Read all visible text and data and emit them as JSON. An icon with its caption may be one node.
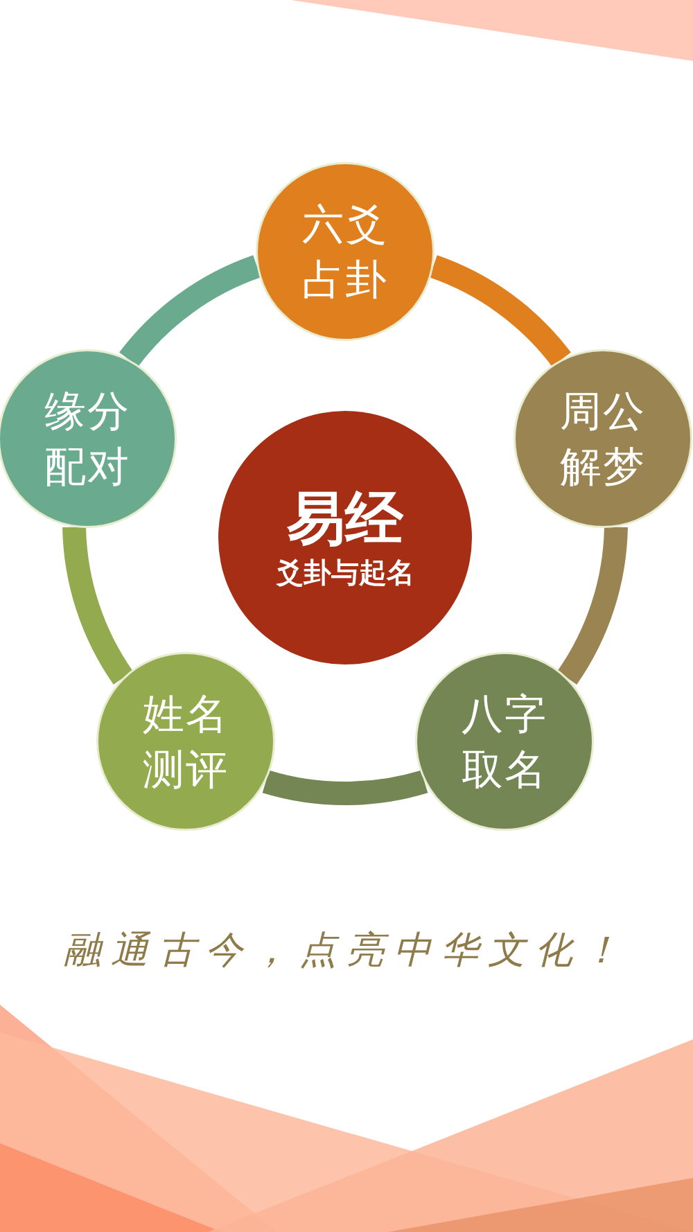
{
  "diagram": {
    "nodes": [
      {
        "text": [
          "易经",
          "爻卦与起名"
        ]
      },
      {
        "text": [
          "六爻占卦"
        ]
      },
      {
        "text": [
          "周公解梦"
        ]
      },
      {
        "text": [
          "八字取名"
        ]
      },
      {
        "text": [
          "姓名测评"
        ]
      },
      {
        "text": [
          "缘分配对"
        ]
      }
    ],
    "edges": [
      {
        "from": 1,
        "to": 2,
        "arrow": "none",
        "color": "#e07f1e"
      },
      {
        "from": 2,
        "to": 3,
        "arrow": "none",
        "color": "#9a8452"
      },
      {
        "from": 3,
        "to": 4,
        "arrow": "none",
        "color": "#748653"
      },
      {
        "from": 4,
        "to": 5,
        "arrow": "none",
        "color": "#93aa4e"
      },
      {
        "from": 5,
        "to": 1,
        "arrow": "none",
        "color": "#6aab8f"
      }
    ],
    "labels": [
      "融通古今，点亮中华文化！"
    ]
  }
}
